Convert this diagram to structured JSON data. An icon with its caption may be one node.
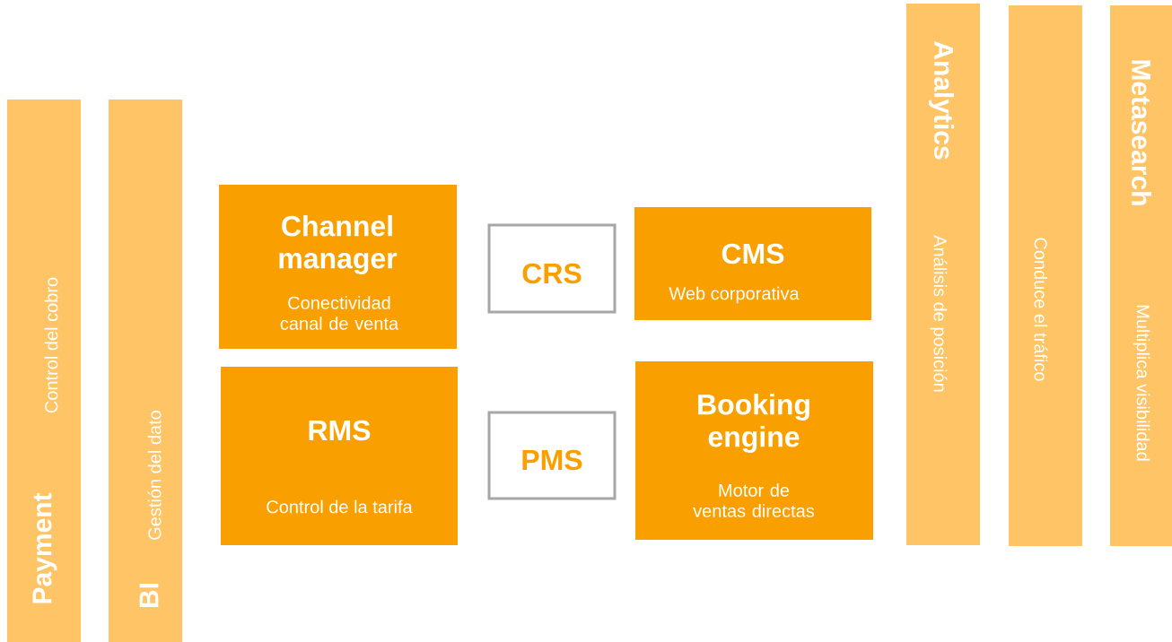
{
  "diagram": {
    "nodes": [
      {
        "text": [
          "Payment",
          "Control del cobro"
        ]
      },
      {
        "text": [
          "BI",
          "Gestión del dato"
        ]
      },
      {
        "text": [
          "Channel manager",
          "Conectividad canal de venta"
        ]
      },
      {
        "text": [
          "CRS"
        ]
      },
      {
        "text": [
          "CMS",
          "Web corporativa"
        ]
      },
      {
        "text": [
          "RMS",
          "Control de la tarifa"
        ]
      },
      {
        "text": [
          "PMS"
        ]
      },
      {
        "text": [
          "Booking engine",
          "Motor de ventas directas"
        ]
      },
      {
        "text": [
          "Analytics",
          "Análisis de posición"
        ]
      },
      {
        "text": [
          "Conduce el tráfico"
        ]
      },
      {
        "text": [
          "Metasearch",
          "Multiplica visibilidad"
        ]
      }
    ]
  }
}
